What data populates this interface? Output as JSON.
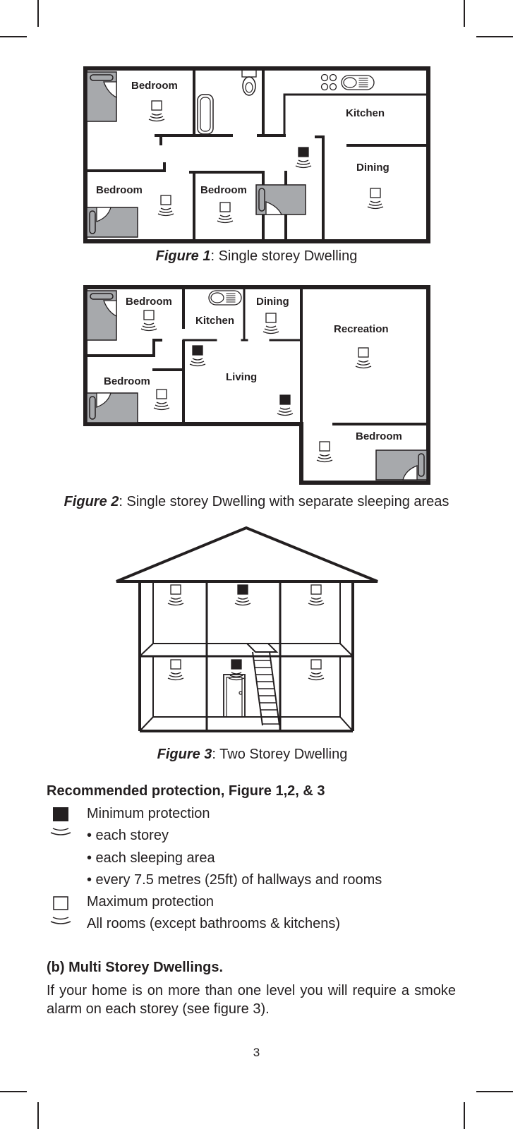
{
  "figure1": {
    "caption_num": "Figure 1",
    "caption_text": ": Single storey Dwelling",
    "rooms": {
      "bedroom_tl": "Bedroom",
      "kitchen": "Kitchen",
      "dining": "Dining",
      "bedroom_bl": "Bedroom",
      "bedroom_bm": "Bedroom"
    }
  },
  "figure2": {
    "caption_num": "Figure 2",
    "caption_text": ": Single storey Dwelling with separate sleeping areas",
    "rooms": {
      "bedroom_tl": "Bedroom",
      "kitchen": "Kitchen",
      "dining": "Dining",
      "recreation": "Recreation",
      "living": "Living",
      "bedroom_bl": "Bedroom",
      "bedroom_br": "Bedroom"
    }
  },
  "figure3": {
    "caption_num": "Figure 3",
    "caption_text": ": Two Storey Dwelling"
  },
  "legend": {
    "title": "Recommended protection, Figure 1,2, & 3",
    "min_label": "Minimum protection",
    "min_items": [
      "• each storey",
      "• each sleeping area",
      "• every 7.5 metres (25ft) of hallways and rooms"
    ],
    "max_label": "Maximum protection",
    "max_desc": "All rooms (except bathrooms & kitchens)",
    "icons": {
      "minimum": "filled-smoke-alarm-icon",
      "maximum": "outline-smoke-alarm-icon"
    }
  },
  "section_b": {
    "heading": "(b)  Multi Storey Dwellings.",
    "body": "If your home is on more than one level you will require a smoke alarm on each storey (see figure 3)."
  },
  "page_number": "3",
  "colors": {
    "ink": "#231f20",
    "bed_fill": "#a7a9ac"
  }
}
